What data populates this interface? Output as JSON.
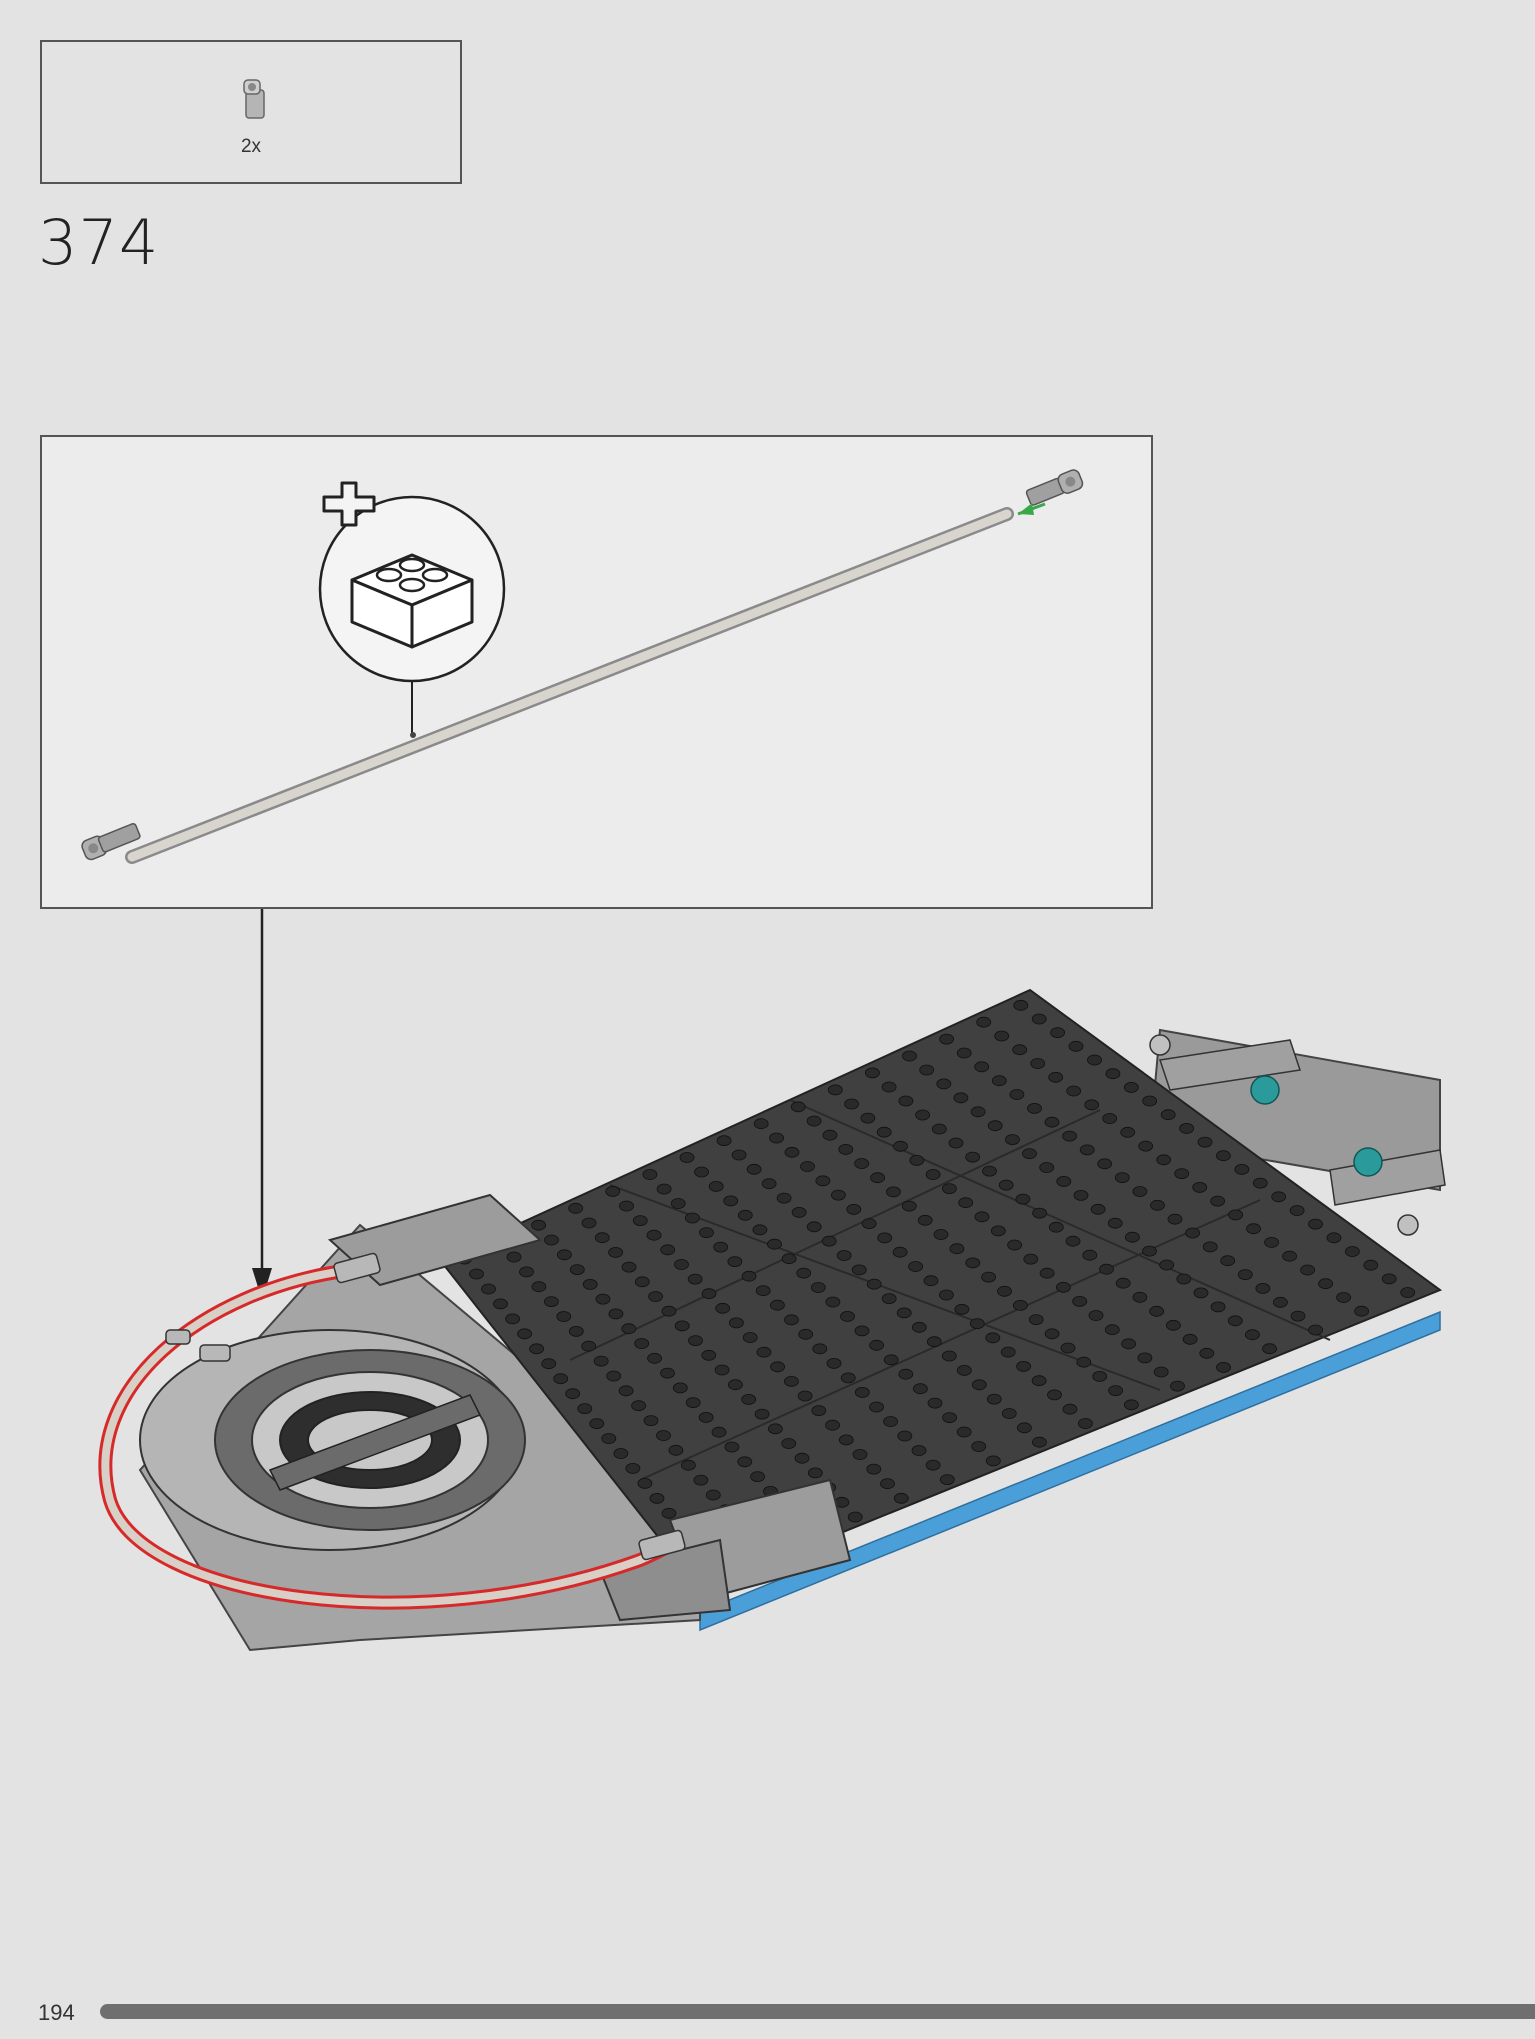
{
  "parts_list": {
    "quantity": "2x",
    "part_icon": "connector-icon"
  },
  "step": {
    "number": "374"
  },
  "callout": {
    "icon": "add-brick-icon"
  },
  "footer": {
    "page_number": "194"
  },
  "colors": {
    "background": "#e3e3e3",
    "plate_dark": "#3f3f3f",
    "stud_dark": "#2a2a2a",
    "part_gray": "#a8a8a8",
    "tube_red": "#d62a2a",
    "accent_blue": "#4a9fd8",
    "accent_teal": "#2a9a9a",
    "arrow_green": "#3aa84a"
  }
}
